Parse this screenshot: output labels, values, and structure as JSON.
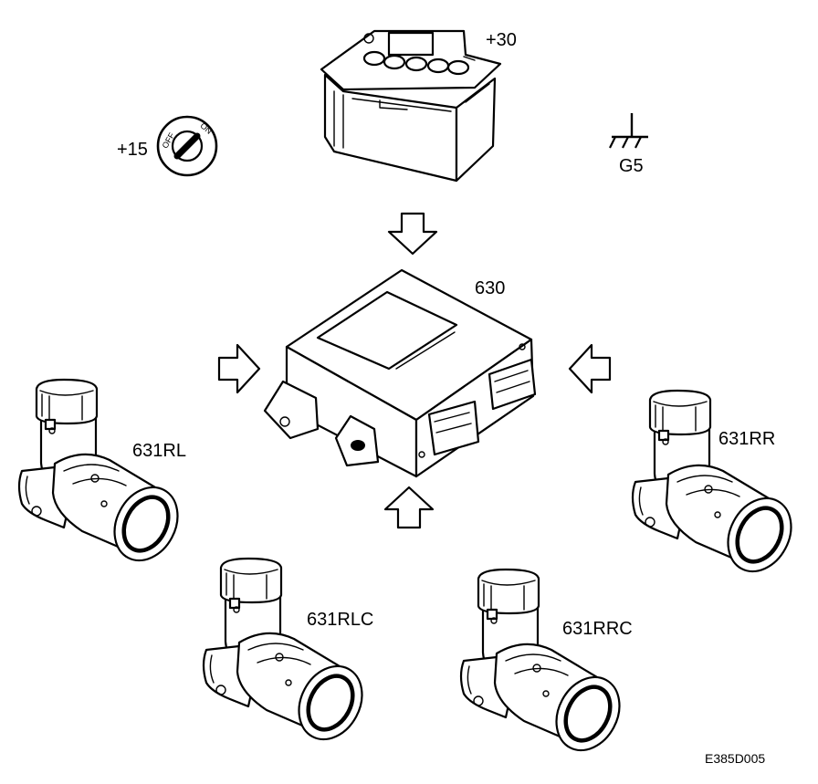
{
  "labels": {
    "battery": "+30",
    "ignition": "+15",
    "ground": "G5",
    "control_module": "630",
    "sensor_rl": "631RL",
    "sensor_rr": "631RR",
    "sensor_rlc": "631RLC",
    "sensor_rrc": "631RRC",
    "figure_code": "E385D005"
  },
  "ignition_switch": {
    "off_text": "OFF",
    "on_text": "ON"
  }
}
